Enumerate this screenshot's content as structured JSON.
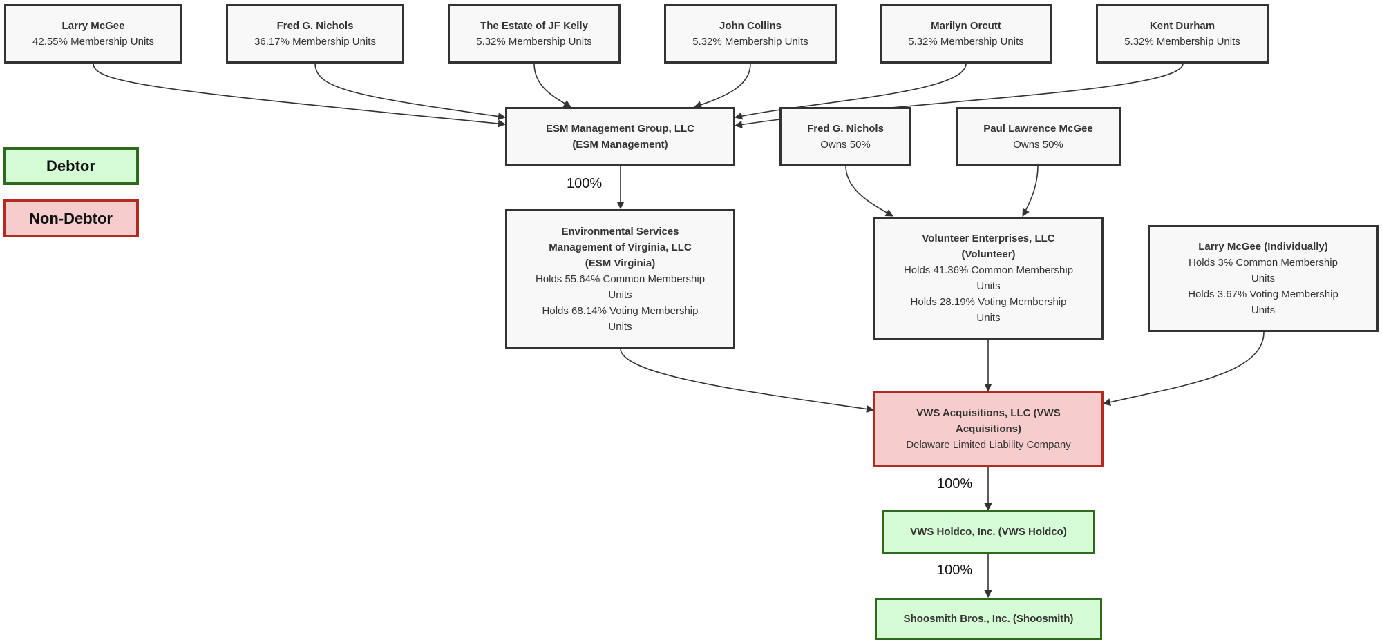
{
  "legend": {
    "debtor": "Debtor",
    "non_debtor": "Non-Debtor"
  },
  "colors": {
    "debtor_fill": "#d6fcd6",
    "debtor_border": "#2d6a1e",
    "non_debtor_fill": "#f7cccc",
    "non_debtor_border": "#b22a22",
    "neutral_fill": "#f8f8f8",
    "neutral_border": "#333333"
  },
  "owners": [
    {
      "name": "Larry McGee",
      "detail": "42.55% Membership Units"
    },
    {
      "name": "Fred G. Nichols",
      "detail": "36.17% Membership Units"
    },
    {
      "name": "The Estate of JF Kelly",
      "detail": "5.32% Membership Units"
    },
    {
      "name": "John Collins",
      "detail": "5.32% Membership Units"
    },
    {
      "name": "Marilyn Orcutt",
      "detail": "5.32% Membership Units"
    },
    {
      "name": "Kent Durham",
      "detail": "5.32% Membership Units"
    }
  ],
  "esm_management": {
    "line1": "ESM Management Group, LLC",
    "line2": "(ESM Management)"
  },
  "fred_nichols": {
    "name": "Fred G. Nichols",
    "detail": "Owns 50%"
  },
  "paul_mcgee": {
    "name": "Paul Lawrence McGee",
    "detail": "Owns 50%"
  },
  "esm_virginia": {
    "line1": "Environmental Services",
    "line2": "Management of Virginia, LLC",
    "line3": "(ESM Virginia)",
    "detail1": "Holds 55.64% Common Membership",
    "detail2": "Units",
    "detail3": "Holds 68.14% Voting Membership",
    "detail4": "Units"
  },
  "volunteer": {
    "line1": "Volunteer Enterprises, LLC",
    "line2": "(Volunteer)",
    "detail1": "Holds 41.36% Common Membership",
    "detail2": "Units",
    "detail3": "Holds 28.19% Voting Membership",
    "detail4": "Units"
  },
  "larry_individual": {
    "name": "Larry McGee (Individually)",
    "detail1": "Holds 3% Common Membership",
    "detail2": "Units",
    "detail3": "Holds 3.67% Voting Membership",
    "detail4": "Units"
  },
  "vws_acquisitions": {
    "line1": "VWS Acquisitions, LLC (VWS",
    "line2": "Acquisitions)",
    "detail": "Delaware Limited Liability Company"
  },
  "vws_holdco": {
    "name": "VWS Holdco, Inc. (VWS Holdco)"
  },
  "shoosmith": {
    "name": "Shoosmith Bros., Inc. (Shoosmith)"
  },
  "edge_labels": {
    "esm_to_virginia": "100%",
    "vws_to_holdco": "100%",
    "holdco_to_shoosmith": "100%"
  }
}
